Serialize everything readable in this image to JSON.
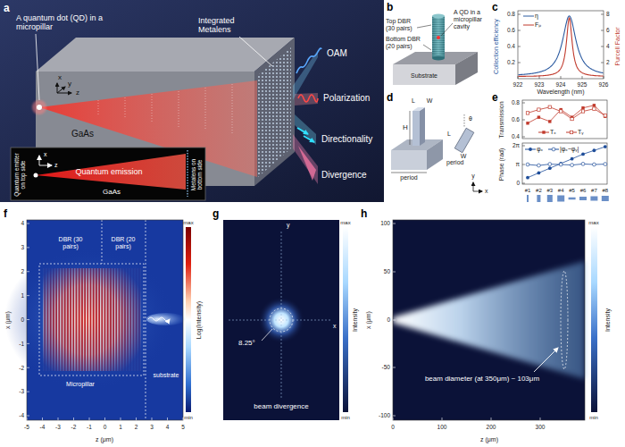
{
  "diagram": {
    "labels": [
      "a",
      "A quantum dot (QD) in a micropillar",
      "Integrated Metalens",
      "OAM",
      "Polarization",
      "Directionality",
      "Divergence",
      "x",
      "y",
      "z",
      "GaAs",
      "Quantum emitter on top side",
      "Quantum emission",
      "Metalens on bottom side",
      "GaAs",
      "x",
      "z",
      "b",
      "Top DBR (30 pairs)",
      "A QD in a micropillar cavity",
      "Bottom DBR (20 pairs)",
      "Substrate",
      "c",
      "Collection efficiency",
      "Purcell Factor",
      "Wavelength (nm)",
      "922",
      "923",
      "924",
      "925",
      "926",
      "0.8",
      "0.6",
      "0.4",
      "0.2",
      "8",
      "6",
      "4",
      "2",
      "d",
      "H",
      "L",
      "W",
      "period",
      "period",
      "L",
      "W",
      "θ",
      "y",
      "x",
      "e",
      "Transmission",
      "0.8",
      "0.6",
      "0.4",
      "Phase (rad)",
      "2π",
      "π",
      "0",
      "#1",
      "#2",
      "#3",
      "#4",
      "#5",
      "#6",
      "#7",
      "#8",
      "f",
      "x (μm)",
      "4",
      "3",
      "2",
      "1",
      "0",
      "-1",
      "-2",
      "-3",
      "-4",
      "-5",
      "-4",
      "-3",
      "-2",
      "-1",
      "0",
      "1",
      "2",
      "3",
      "4",
      "5",
      "z (μm)",
      "DBR (30 pairs)",
      "DBR (20 pairs)",
      "Micropillar",
      "substrate",
      "max",
      "min",
      "Log(Intensity)",
      "g",
      "y",
      "x",
      "8.25°",
      "beam divergence",
      "max",
      "min",
      "Intensity",
      "h",
      "x (μm)",
      "100",
      "50",
      "0",
      "-50",
      "-100",
      "0",
      "100",
      "200",
      "300",
      "z (μm)",
      "beam diameter (at 350μm) ~ 103μm",
      "max",
      "min",
      "Intensity"
    ],
    "legend": [
      {
        "text": "η"
      },
      {
        "text": "Fₚ"
      },
      {
        "text": "Tₓ"
      },
      {
        "text": "Tᵧ"
      },
      {
        "text": "φₓ"
      },
      {
        "text": "|φₓ−φᵧ|"
      }
    ]
  }
}
